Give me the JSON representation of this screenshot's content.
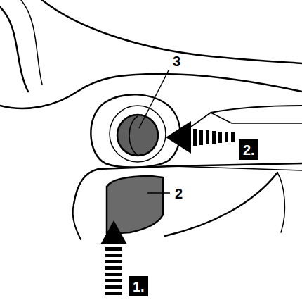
{
  "diagram": {
    "labels": [
      "3",
      "2.",
      "2",
      "1."
    ]
  }
}
